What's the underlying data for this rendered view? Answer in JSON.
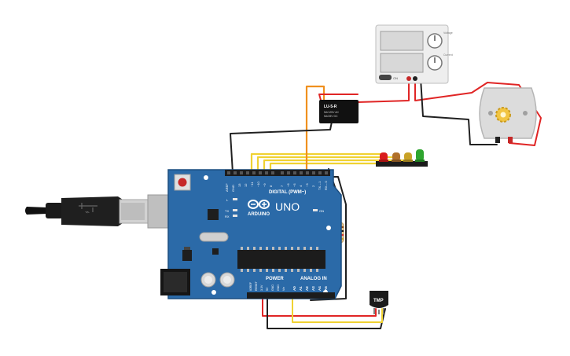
{
  "board": {
    "brand": "ARDUINO",
    "model": "UNO",
    "digital_label": "DIGITAL (PWM~)",
    "power_label": "POWER",
    "analog_label": "ANALOG IN",
    "led_on_label": "ON",
    "led_l_label": "L",
    "led_tx_label": "TX",
    "led_rx_label": "RX",
    "aref_label": "AREF",
    "gnd_label": "GND",
    "digital_pins": [
      "13",
      "12",
      "~11",
      "~10",
      "~9",
      "8",
      "7",
      "~6",
      "~5",
      "4",
      "~3",
      "2",
      "TX→1",
      "RX←0"
    ],
    "power_pins": [
      "IOREF",
      "RESET",
      "3.3V",
      "5V",
      "GND",
      "GND",
      "Vin"
    ],
    "analog_pins": [
      "A0",
      "A1",
      "A2",
      "A3",
      "A4",
      "A5"
    ]
  },
  "relay": {
    "label": "LU-5-R",
    "line1": "5A/125V AC",
    "line2": "5A/28V DC"
  },
  "sensor": {
    "label": "TMP"
  },
  "power_supply": {
    "label1": "Voltage",
    "label2": "Current",
    "on_label": "ON"
  },
  "leds": {
    "colors": [
      "#d91c1c",
      "#b0702a",
      "#c9a227",
      "#2ea52e"
    ]
  },
  "colors": {
    "board": "#2b6aa8",
    "wire_red": "#e02525",
    "wire_black": "#202020",
    "wire_yellow": "#f0d232",
    "wire_orange": "#f0901e"
  }
}
